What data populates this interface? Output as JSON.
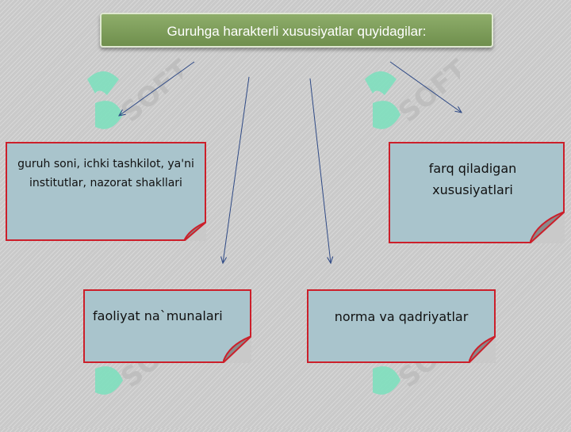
{
  "title": "Guruhga harakterli xususiyatlar quyidagilar:",
  "notes": {
    "guruh": "guruh soni, ichki tashkilot, ya'ni institutlar, nazorat shakllari",
    "farq": "farq qiladigan xususiyatlari",
    "faoliyat": "faoliyat na`munalari",
    "norma": "norma va qadriyatlar"
  },
  "colors": {
    "title_fill": "#7a9a58",
    "note_fill": "#a9c4cc",
    "note_border": "#cc1f2a",
    "arrow": "#2f4a86",
    "watermark": "#7fe0be"
  }
}
